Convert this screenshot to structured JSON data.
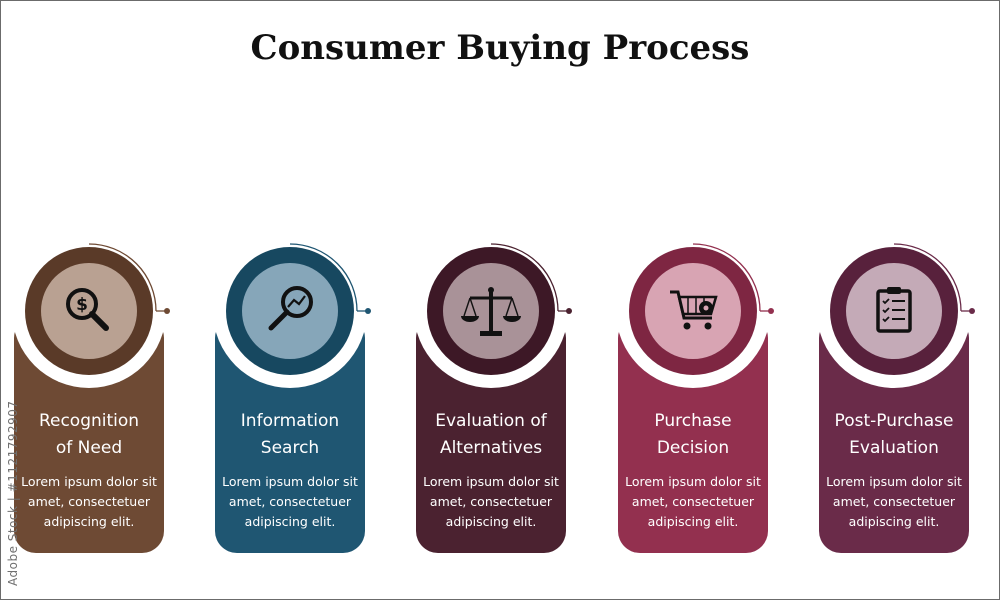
{
  "title": "Consumer Buying Process",
  "watermark": "Adobe Stock | #1121792907",
  "steps": [
    {
      "title_line1": "Recognition",
      "title_line2": "of Need",
      "desc_line1": "Lorem ipsum dolor sit",
      "desc_line2": "amet, consectetuer",
      "desc_line3": "adipiscing elit.",
      "icon": "dollar-magnifier-icon",
      "color": "#6e4a34",
      "ring_color": "#5a3a28",
      "inner_color": "#b9a192"
    },
    {
      "title_line1": "Information",
      "title_line2": "Search",
      "desc_line1": "Lorem ipsum dolor sit",
      "desc_line2": "amet, consectetuer",
      "desc_line3": "adipiscing elit.",
      "icon": "search-chart-icon",
      "color": "#1f5672",
      "ring_color": "#174860",
      "inner_color": "#86a6b9"
    },
    {
      "title_line1": "Evaluation of",
      "title_line2": "Alternatives",
      "desc_line1": "Lorem ipsum dolor sit",
      "desc_line2": "amet, consectetuer",
      "desc_line3": "adipiscing elit.",
      "icon": "balance-scale-icon",
      "color": "#4b2230",
      "ring_color": "#3d1826",
      "inner_color": "#a99298"
    },
    {
      "title_line1": "Purchase",
      "title_line2": "Decision",
      "desc_line1": "Lorem ipsum dolor sit",
      "desc_line2": "amet, consectetuer",
      "desc_line3": "adipiscing elit.",
      "icon": "shopping-cart-icon",
      "color": "#93304f",
      "ring_color": "#7e2642",
      "inner_color": "#d8a4b3"
    },
    {
      "title_line1": "Post-Purchase",
      "title_line2": "Evaluation",
      "desc_line1": "Lorem ipsum dolor sit",
      "desc_line2": "amet, consectetuer",
      "desc_line3": "adipiscing elit.",
      "icon": "clipboard-checklist-icon",
      "color": "#6a2b49",
      "ring_color": "#58213c",
      "inner_color": "#c4aab7"
    }
  ]
}
